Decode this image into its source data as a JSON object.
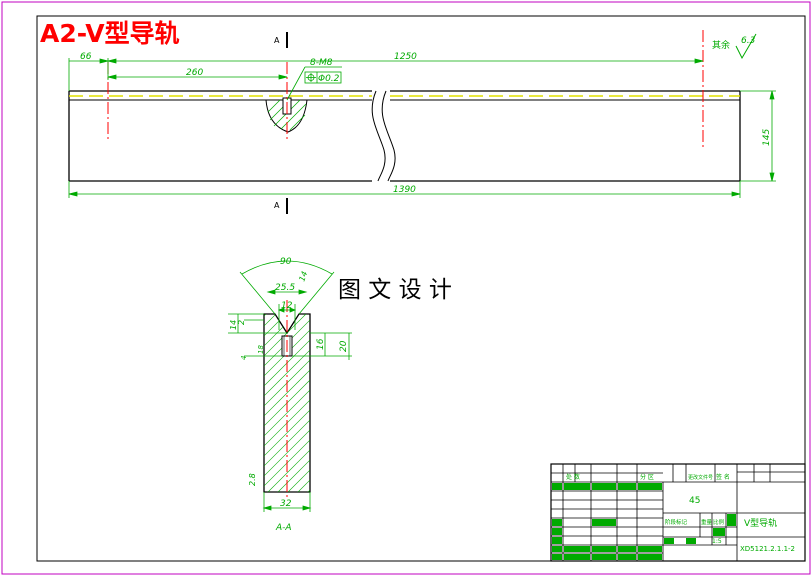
{
  "drawing": {
    "title": "A2-V型导轨",
    "watermark": "图 文 设 计",
    "section_mark": "A",
    "section_label": "A-A",
    "surface_finish": {
      "prefix": "其余",
      "value": "6.3"
    },
    "colors": {
      "border": "#c000c0",
      "title": "#ff0000",
      "dimension": "#00aa00",
      "outline": "#000000",
      "centerline": "#ff0000",
      "hatch": "#00aa00",
      "yellow_line": "#e0e000"
    }
  },
  "front_view": {
    "dims": {
      "left_offset": "66",
      "hole_pos": "260",
      "spacing": "1250",
      "total_length": "1390",
      "height": "145",
      "hole_spec": "8-M8",
      "position_tol": "Φ0.2"
    }
  },
  "section_view": {
    "dims": {
      "angle": "90",
      "top_width": "25.5",
      "groove_width": "12",
      "depth_a": "14",
      "depth_b": "2",
      "thread_len": "16",
      "hole_depth": "20",
      "drill_len": "18",
      "chamfer": "4",
      "width": "32",
      "bottom_mark": "2.8",
      "side_mark": "14"
    }
  },
  "title_block": {
    "material": "45",
    "part_name": "V型导轨",
    "drawing_no": "XD5121.2.1.1-2",
    "scale": "1:5",
    "header_labels": [
      "处 数",
      "分 区",
      "更改文件号",
      "签 名"
    ],
    "row_labels": [
      "阶段标记",
      "重量",
      "比例"
    ]
  }
}
